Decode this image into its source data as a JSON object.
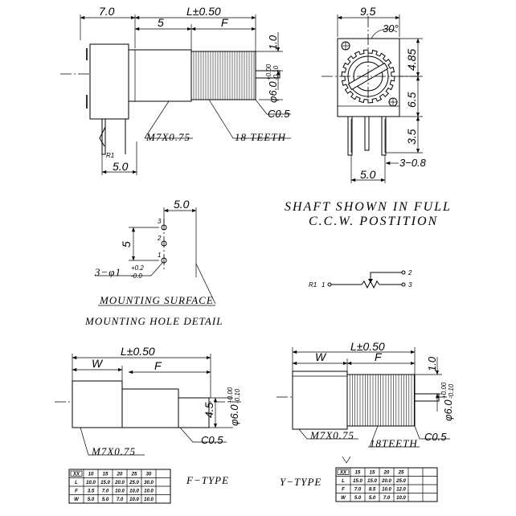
{
  "top_view": {
    "dim_body": "7.0",
    "dim_length": "L±0.50",
    "dim_5": "5",
    "dim_f": "F",
    "dim_1_0": "1.0",
    "dim_shaft_dia": "φ6.0",
    "dim_shaft_tol_upper": "+0.00",
    "dim_shaft_tol_lower": "-0.10",
    "dim_chamfer": "C0.5",
    "thread": "M7X0.75",
    "teeth": "18 TEETH",
    "pin_label": "R1",
    "dim_pin": "5.0"
  },
  "side_view": {
    "dim_width": "9.5",
    "dim_angle": "30°",
    "dim_4_85": "4.85",
    "dim_6_5": "6.5",
    "dim_3_5": "3.5",
    "dim_pin_pitch": "5.0",
    "dim_pin_size": "3−0.8"
  },
  "note_line1": "SHAFT SHOWN IN FULL",
  "note_line2": "C.C.W. POSTITION",
  "mounting": {
    "dim_5_0": "5.0",
    "dim_5": "5",
    "pin3": "3",
    "pin2": "2",
    "pin1": "1",
    "holes": "3−φ1",
    "holes_tol_upper": "+0.2",
    "holes_tol_lower": "-0.0",
    "surface_label": "MOUNTING SURFACE",
    "title": "MOUNTING HOLE DETAIL"
  },
  "schematic": {
    "r1": "R1",
    "p1": "1",
    "p2": "2",
    "p3": "3"
  },
  "f_type": {
    "dim_w": "W",
    "dim_length": "L±0.50",
    "dim_f": "F",
    "dim_4_5": "4.5",
    "dim_shaft_dia": "φ6.0",
    "tol_upper": "+0.00",
    "tol_lower": "-0.10",
    "chamfer": "C0.5",
    "thread": "M7X0.75",
    "label": "F−TYPE",
    "table": {
      "header": [
        "XX",
        "10",
        "15",
        "20",
        "25",
        "30"
      ],
      "rows": [
        [
          "L",
          "10.0",
          "15.0",
          "20.0",
          "25.0",
          "30.0"
        ],
        [
          "F",
          "3.5",
          "7.0",
          "10.0",
          "10.0",
          "10.0"
        ],
        [
          "W",
          "5.0",
          "5.0",
          "7.0",
          "10.0",
          "10.0"
        ]
      ]
    }
  },
  "y_type": {
    "dim_w": "W",
    "dim_length": "L±0.50",
    "dim_f": "F",
    "dim_1_0": "1.0",
    "dim_shaft_dia": "φ6.0",
    "tol_upper": "+0.00",
    "tol_lower": "-0.10",
    "chamfer": "C0.5",
    "thread": "M7X0.75",
    "teeth": "18TEETH",
    "label": "Y−TYPE",
    "table": {
      "header": [
        "XX",
        "15",
        "15",
        "20",
        "25"
      ],
      "rows": [
        [
          "L",
          "15.0",
          "15.0",
          "20.0",
          "25.0"
        ],
        [
          "F",
          "7.0",
          "8.5",
          "10.0",
          "12.0"
        ],
        [
          "W",
          "5.0",
          "5.0",
          "7.0",
          "10.0"
        ]
      ]
    }
  }
}
